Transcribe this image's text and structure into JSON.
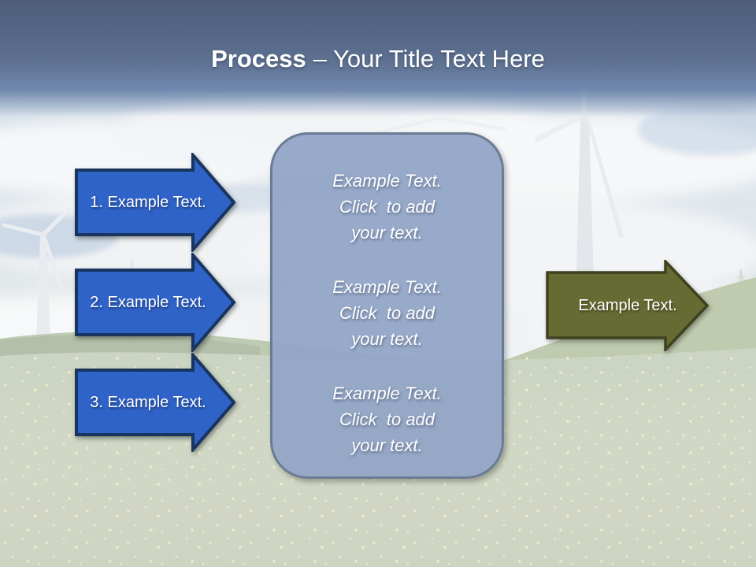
{
  "slide": {
    "title": {
      "emphasis": "Process",
      "rest": "– Your Title Text Here"
    },
    "steps": [
      {
        "label": "1. Example Text."
      },
      {
        "label": "2. Example Text."
      },
      {
        "label": "3. Example Text."
      }
    ],
    "center_panel": {
      "blocks": [
        "Example Text.\nClick  to add\nyour text.",
        "Example Text.\nClick  to add\nyour text.",
        "Example Text.\nClick  to add\nyour text."
      ]
    },
    "output_arrow": {
      "label": "Example Text."
    },
    "colors": {
      "step_fill": "#3063C7",
      "step_border": "#17355E",
      "output_fill": "#666B33",
      "output_border": "#3E421F",
      "panel_fill": "#92A5C6F0",
      "panel_border": "#6B7B94",
      "header_top": "#4D5D7A",
      "header_mid": "#5D7090",
      "header_bottom": "#7189AE"
    }
  }
}
